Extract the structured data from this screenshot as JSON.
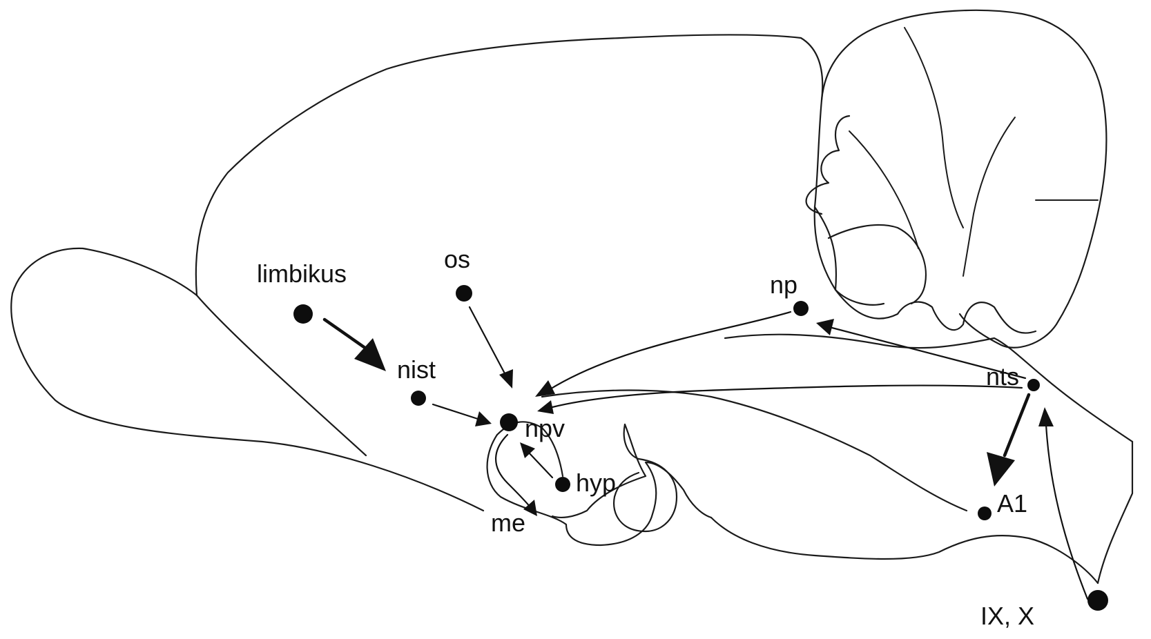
{
  "diagram": {
    "colors": {
      "ink": "#111111",
      "background": "#ffffff"
    },
    "labels": {
      "limbikus": "limbikus",
      "os": "os",
      "np": "np",
      "nist": "nist",
      "npv": "npv",
      "nts": "nts",
      "hyp": "hyp",
      "me": "me",
      "a1": "A1",
      "ix_x": "IX, X"
    }
  }
}
